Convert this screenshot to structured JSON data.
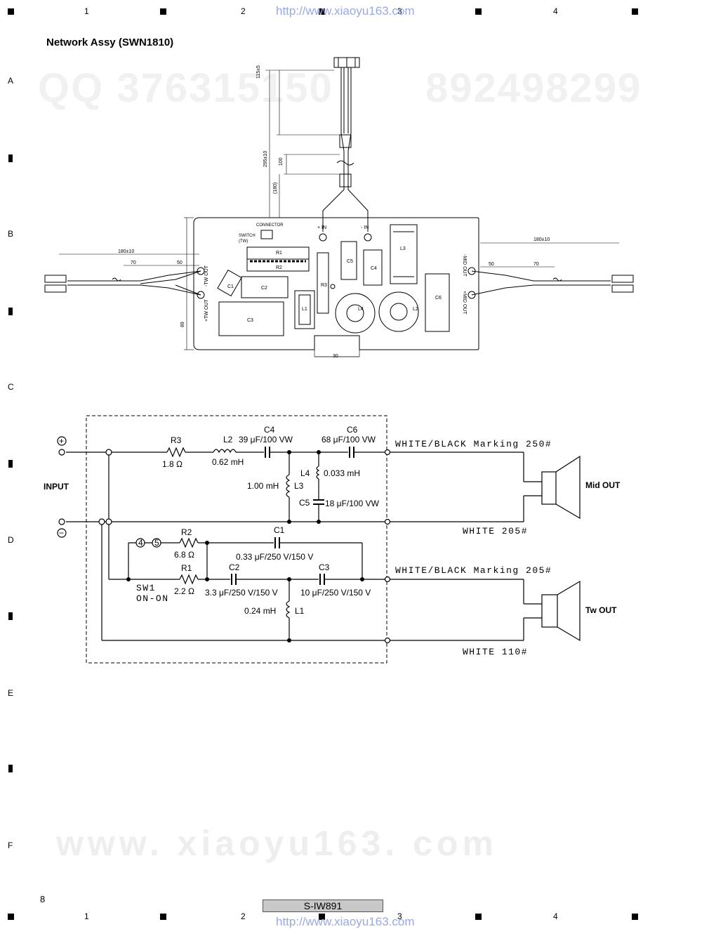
{
  "header": {
    "col_labels": [
      "1",
      "2",
      "3",
      "4"
    ],
    "url_watermark": "http://www.xiaoyu163.com"
  },
  "side": {
    "row_labels": [
      "A",
      "B",
      "C",
      "D",
      "E",
      "F"
    ]
  },
  "title": "Network Assy (SWN1810)",
  "watermarks": {
    "qq": "QQ 376315150",
    "qq2": "892498299",
    "foot": "www. xiaoyu163. com"
  },
  "pcb": {
    "dims": [
      "115±5",
      "295±10",
      "100",
      "(180)",
      "180±10",
      "70",
      "50",
      "89",
      "30"
    ],
    "connector_label": "CONNECTOR",
    "switch_label": "SWITCH",
    "switch_sub": "(TW)",
    "parts": [
      "R1",
      "R2",
      "R3",
      "C1",
      "C2",
      "C3",
      "C4",
      "C5",
      "C6",
      "L1",
      "L2",
      "L3",
      "L4"
    ],
    "tw_out_top": "-TW OUT",
    "tw_out_bot": "+TW OUT",
    "mid_out_top": "-MID OUT",
    "mid_out_bot": "+MID OUT",
    "in_plus": "+ IN",
    "in_minus": "- IN"
  },
  "schematic": {
    "input_label": "INPUT",
    "mid_out": "Mid OUT",
    "tw_out": "Tw OUT",
    "wire_1": "WHITE/BLACK Marking 250#",
    "wire_2": "WHITE 205#",
    "wire_3": "WHITE/BLACK Marking 205#",
    "wire_4": "WHITE 110#",
    "r3": "R3",
    "r3_val": "1.8 Ω",
    "l2": "L2",
    "l2_val": "0.62 mH",
    "c4": "C4",
    "c4_val": "39 μF/100 VW",
    "c6": "C6",
    "c6_val": "68 μF/100 VW",
    "l4": "L4",
    "l4_val": "0.033 mH",
    "l3": "L3",
    "l3_val": "1.00 mH",
    "c5": "C5",
    "c5_val": "18 μF/100 VW",
    "r2": "R2",
    "r2_val": "6.8 Ω",
    "r1": "R1",
    "r1_val": "2.2 Ω",
    "c1": "C1",
    "c1_val": "0.33 μF/250 V/150 V",
    "c2": "C2",
    "c2_val": "3.3 μF/250 V/150 V",
    "c3": "C3",
    "c3_val": "10 μF/250 V/150 V",
    "l1": "L1",
    "l1_val": "0.24 mH",
    "sw": "SW1",
    "sw_state": "ON-ON",
    "pos4": "4",
    "pos5": "5",
    "plus": "+",
    "minus": "−"
  },
  "footer": {
    "page": "8",
    "model": "S-IW891"
  }
}
